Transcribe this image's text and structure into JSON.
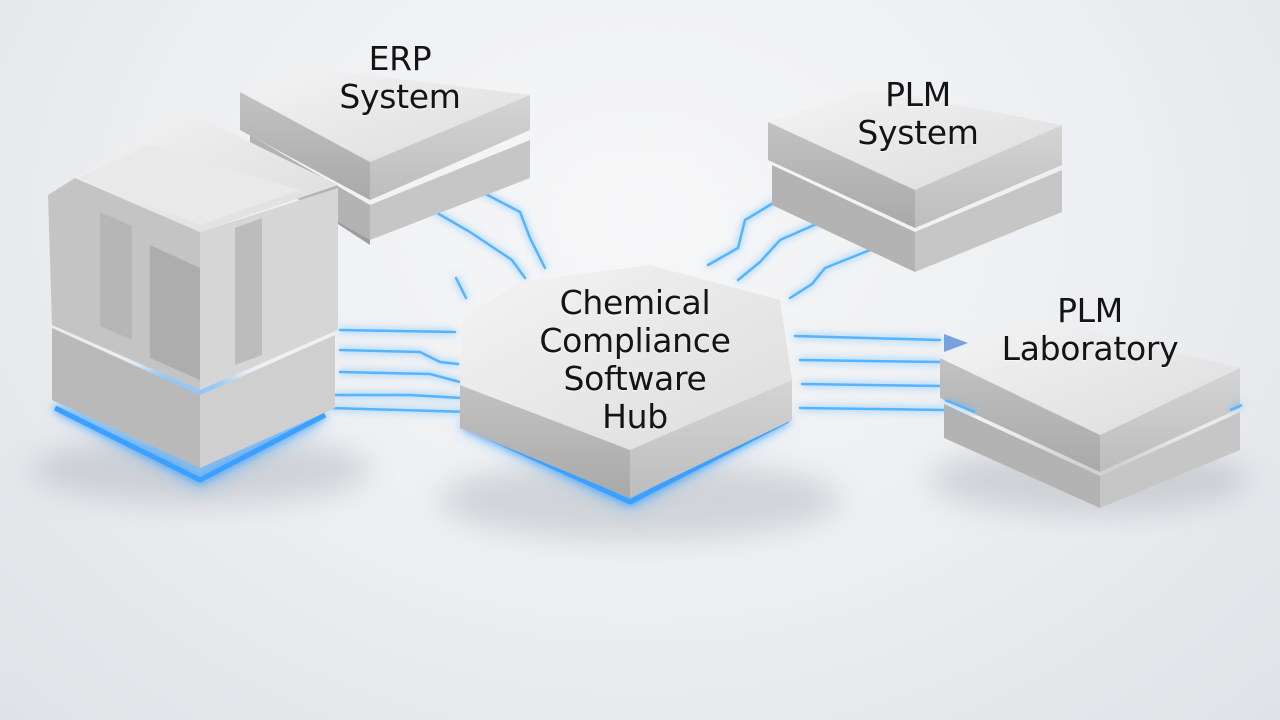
{
  "nodes": {
    "erp": {
      "line1": "ERP",
      "line2": "System"
    },
    "plm_system": {
      "line1": "PLM",
      "line2": "System"
    },
    "hub": {
      "line1": "Chemical",
      "line2": "Compliance",
      "line3": "Software",
      "line4": "Hub"
    },
    "plm_laboratory": {
      "line1": "PLM",
      "line2": "Laboratory"
    }
  },
  "colors": {
    "glow": "#4aa8ff",
    "block_top": "#eeeeee",
    "block_side": "#c9c9c9",
    "text": "#141414"
  }
}
